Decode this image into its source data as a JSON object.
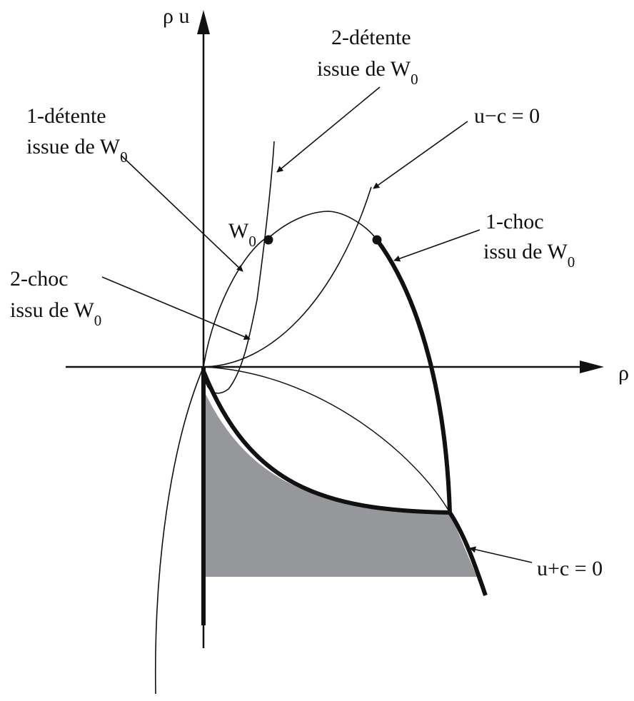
{
  "axes": {
    "vertical_label": "ρ u",
    "horizontal_label": "ρ"
  },
  "labels": {
    "two_detente": {
      "line1": "2-détente",
      "line2_prefix": "issue de W",
      "line2_sub": "0"
    },
    "one_detente": {
      "line1": "1-détente",
      "line2_prefix": "issue de W",
      "line2_sub": "0"
    },
    "u_minus_c": "u−c = 0",
    "w0_point": {
      "prefix": "W",
      "sub": "0"
    },
    "one_choc": {
      "line1": "1-choc",
      "line2_prefix": "issu de W",
      "line2_sub": "0"
    },
    "two_choc": {
      "line1": "2-choc",
      "line2_prefix": "issu de W",
      "line2_sub": "0"
    },
    "u_plus_c": "u+c = 0"
  },
  "colors": {
    "stroke": "#111111",
    "shaded_region": "#96979b",
    "background": "#ffffff"
  }
}
